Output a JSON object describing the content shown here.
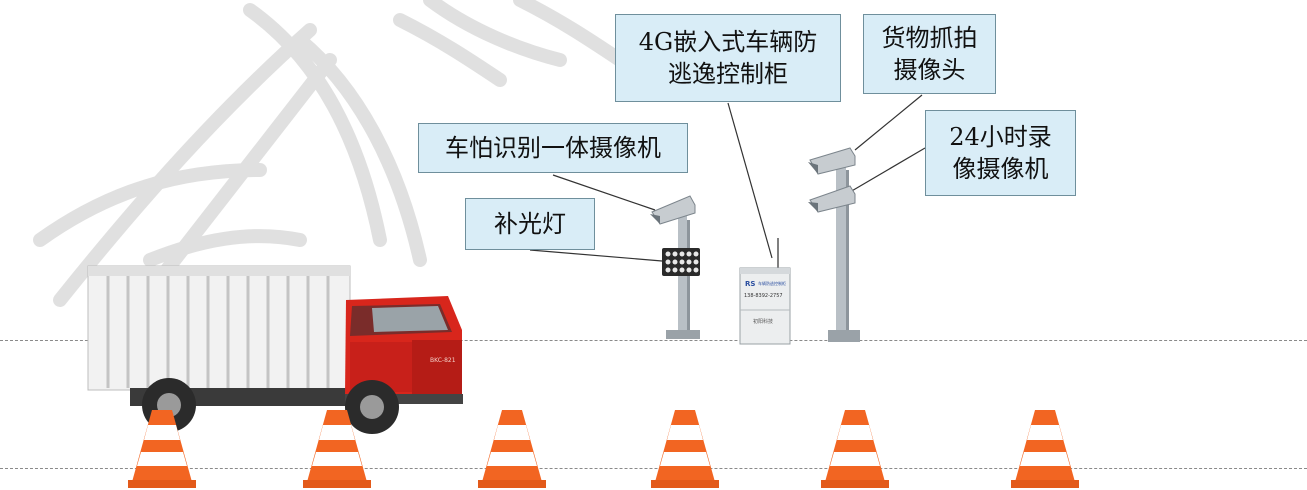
{
  "labels": {
    "cabinet": {
      "line1": "4G嵌入式车辆防",
      "line2": "逃逸控制柜"
    },
    "cargo_camera": {
      "line1": "货物抓拍",
      "line2": "摄像头"
    },
    "plate_camera": {
      "line1": "车怕识别一体摄像机"
    },
    "camera_24h": {
      "line1": "24小时录",
      "line2": "像摄像机"
    },
    "fill_light": {
      "line1": "补光灯"
    }
  },
  "cabinet_panel": {
    "brand": "RS",
    "name": "车辆防逃控制柜",
    "phone": "138-8392-2757",
    "company": "初阳科技"
  },
  "truck": {
    "side_badge": "BKC-821"
  },
  "colors": {
    "label_bg": "#d9edf7",
    "label_border": "#6f8f9c",
    "truck_cab": "#d8261c",
    "cone": "#f26522"
  }
}
